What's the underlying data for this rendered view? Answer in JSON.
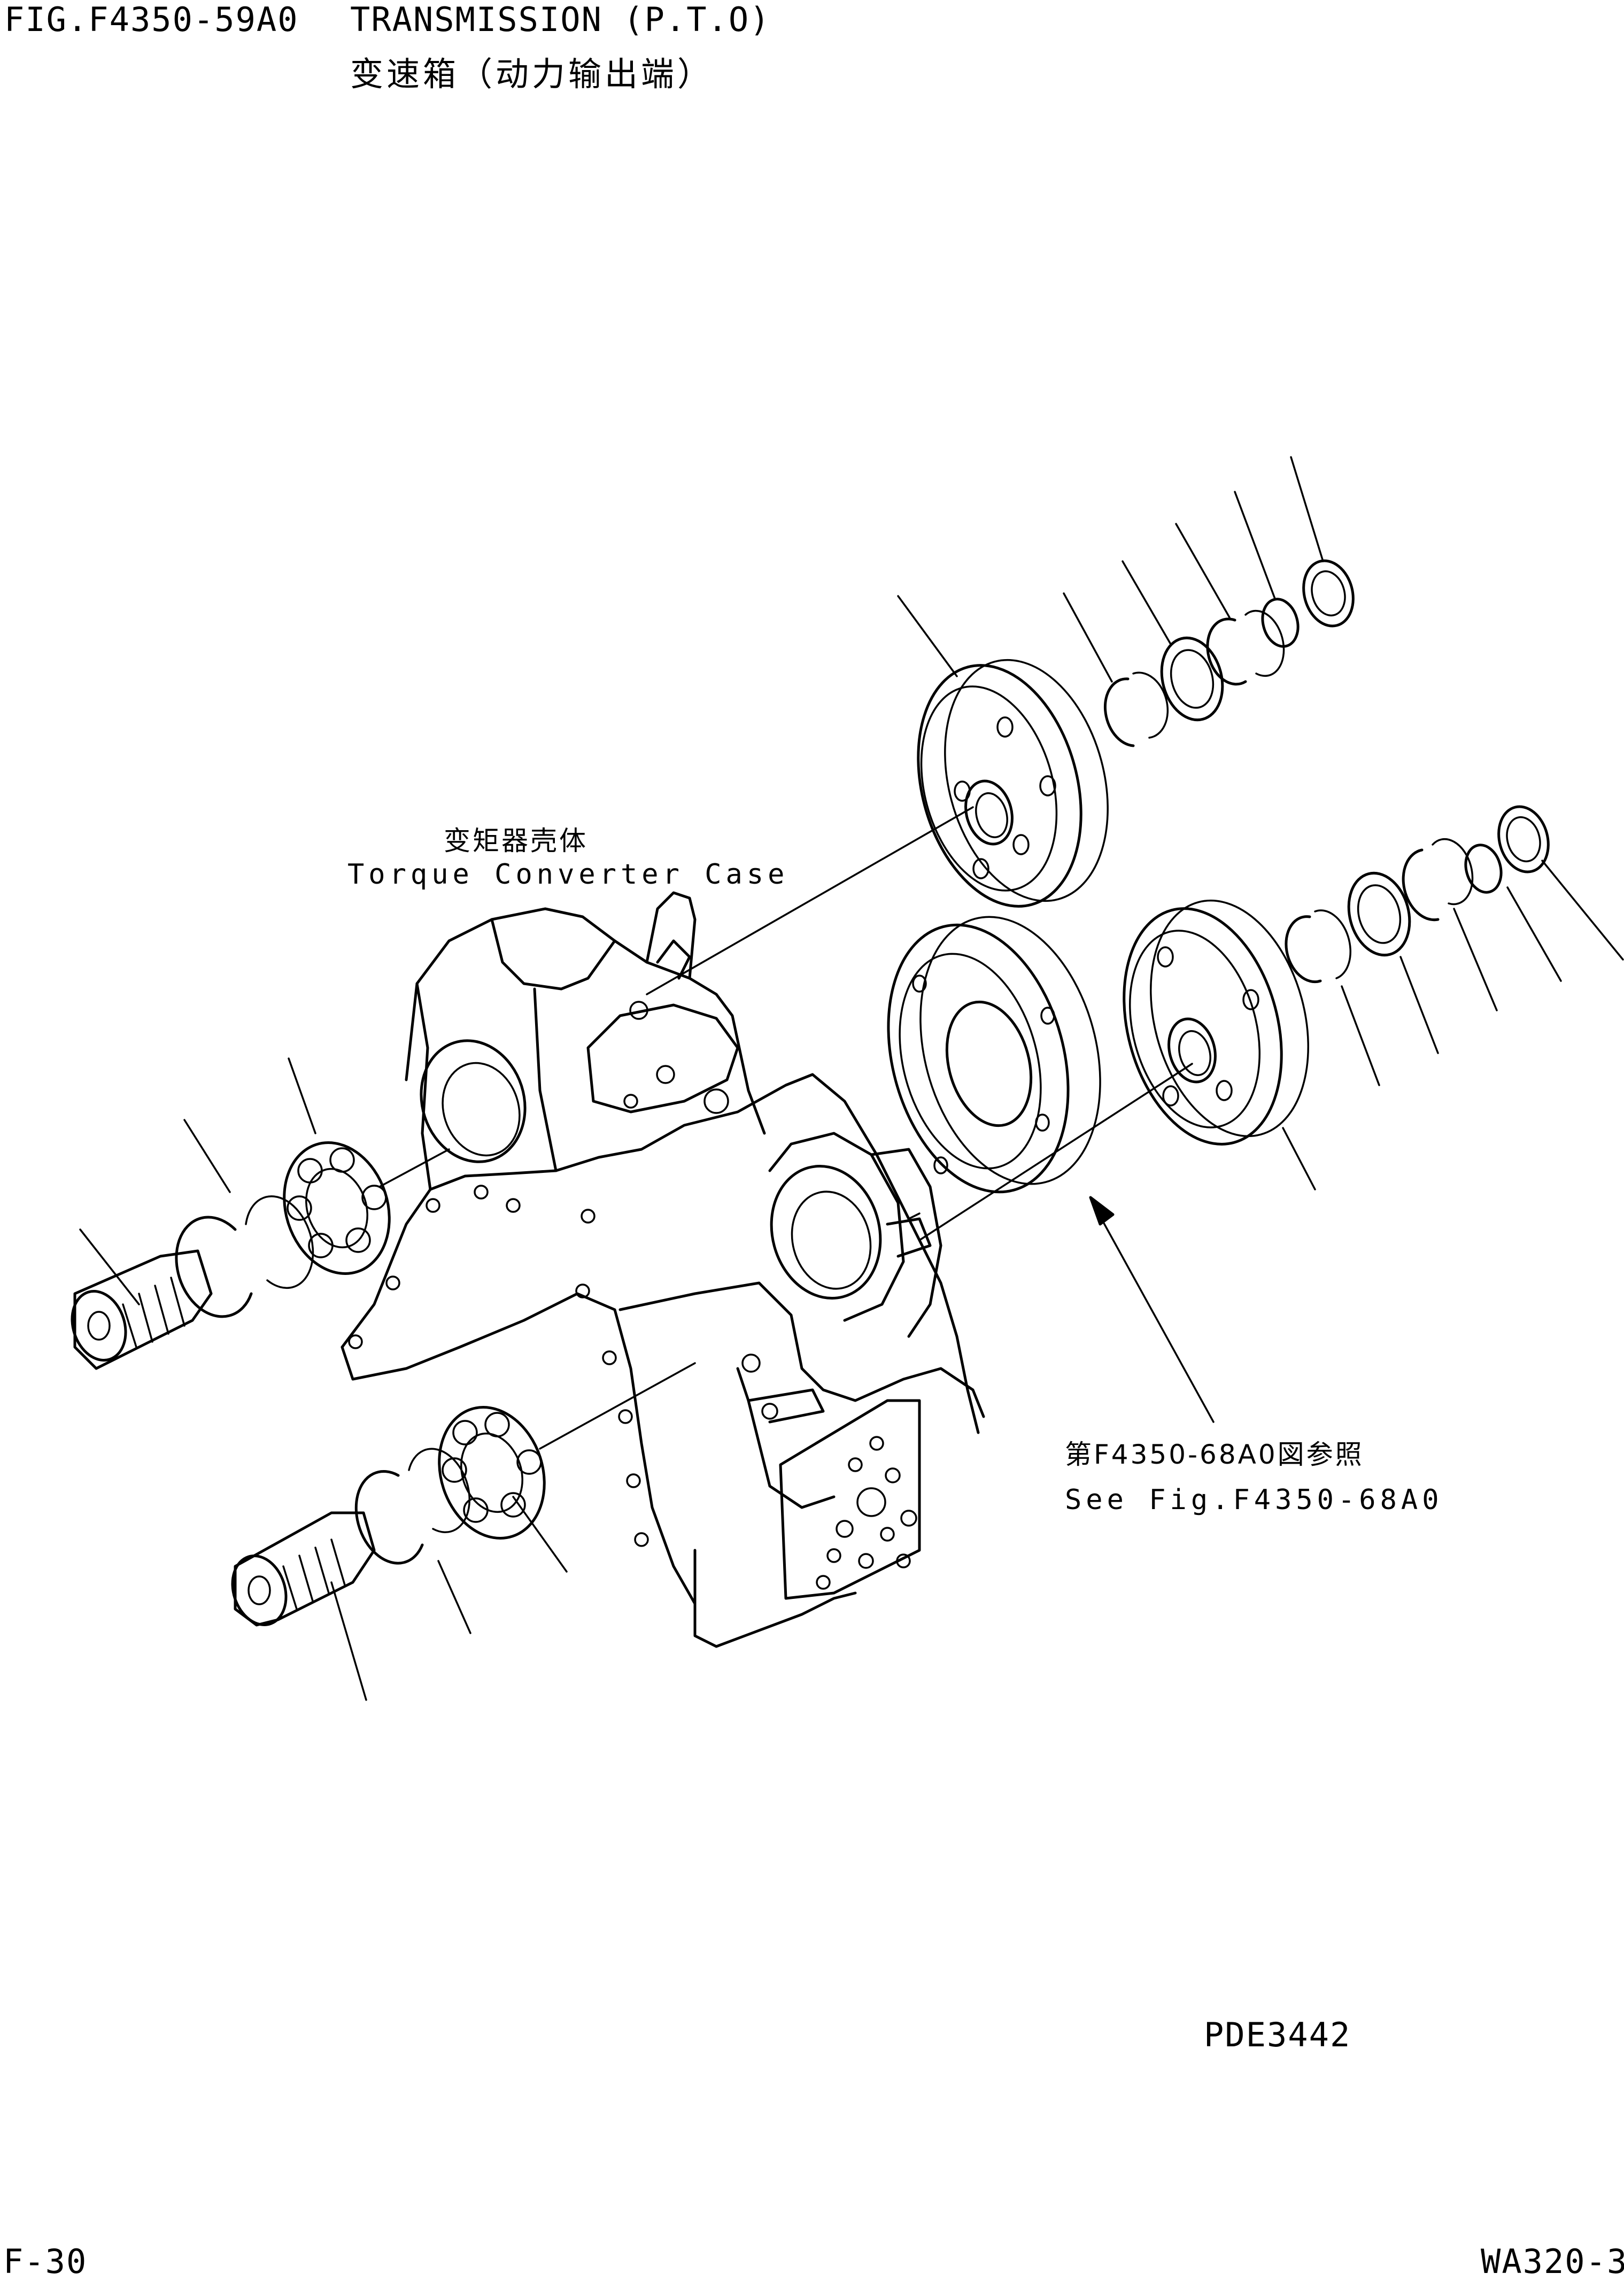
{
  "header": {
    "fig_code": "FIG.F4350-59A0",
    "title_en": "TRANSMISSION  (P.T.O)",
    "title_cn": "变速箱（动力输出端）"
  },
  "labels": {
    "case_cn": "变矩器壳体",
    "case_en": "Torque Converter Case",
    "ref_cn": "第F4350-68A0図参照",
    "ref_en": "See Fig.F4350-68A0"
  },
  "footer": {
    "drawing_no": "PDE3442",
    "page": "F-30",
    "model": "WA320-3"
  }
}
